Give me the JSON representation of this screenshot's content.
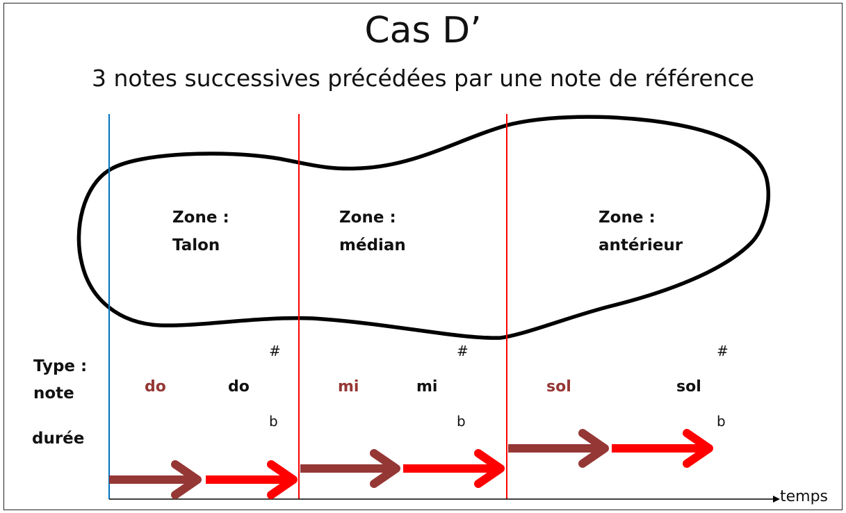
{
  "title": "Cas D’",
  "subtitle": "3 notes successives précédées par une note de référence",
  "zones": [
    {
      "line1": "Zone :",
      "line2": "Talon"
    },
    {
      "line1": "Zone :",
      "line2": "médian"
    },
    {
      "line1": "Zone :",
      "line2": "antérieur"
    }
  ],
  "row_labels": {
    "type_line1": "Type :",
    "type_line2": "note",
    "duree": "durée"
  },
  "notes": [
    {
      "ref": "do",
      "var": "do",
      "sharp": "#",
      "flat": "b"
    },
    {
      "ref": "mi",
      "var": "mi",
      "sharp": "#",
      "flat": "b"
    },
    {
      "ref": "sol",
      "var": "sol",
      "sharp": "#",
      "flat": "b"
    }
  ],
  "axis_label": "temps",
  "colors": {
    "reference_note": "#953735",
    "variant_note": "#111111",
    "reference_arrow": "#953735",
    "variant_arrow": "#ff0000",
    "start_line": "#0070c0",
    "zone_separator": "#ff0000",
    "foot_outline": "#000000"
  }
}
